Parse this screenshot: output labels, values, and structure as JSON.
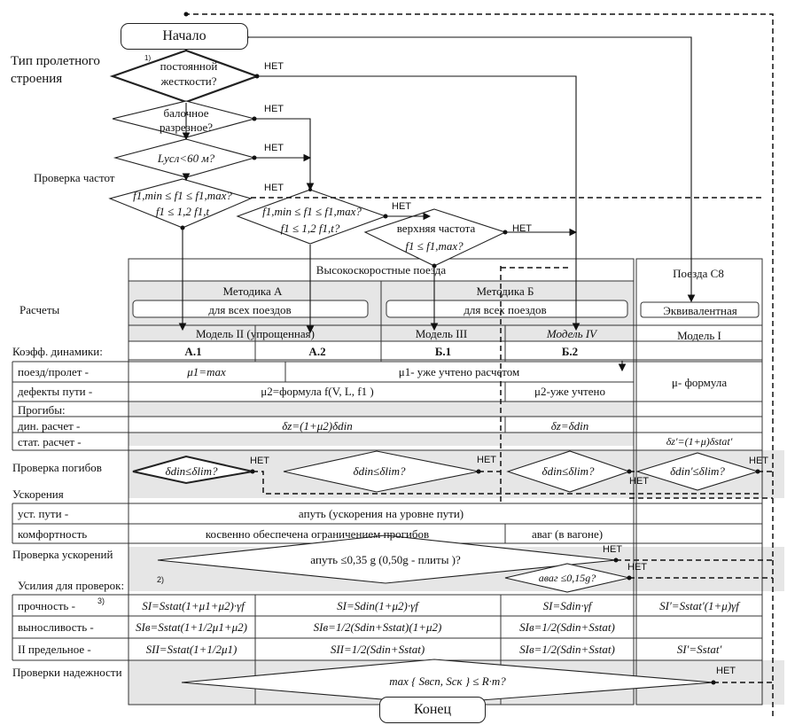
{
  "flow": {
    "start": "Начало",
    "end": "Конец",
    "no": "НЕТ",
    "q_constant_stiffness": "постоянной жесткости?",
    "q_constant_stiffness_note": "1)",
    "q_simple_beam": "балочное разрезное?",
    "q_span_length": "Lусл<60 м?",
    "q_freq1_line1": "f1,min ≤ f1 ≤ f1,max?",
    "q_freq1_line2": "f1 ≤ 1,2 f1,t",
    "q_freq2_line1": "f1,min ≤ f1 ≤ f1,max?",
    "q_freq2_line2": "f1 ≤ 1,2 f1,t?",
    "q_upper_freq_line1": "верхняя частота",
    "q_upper_freq_line2": "f1 ≤ f1,max?"
  },
  "left_labels": {
    "span_type": "Тип пролетного строения",
    "freq_check": "Проверка частот",
    "calculations": "Расчеты",
    "dyn_coeff": "Коэфф. динамики:",
    "train_span": "поезд/пролет -",
    "track_defects": "дефекты пути -",
    "deflections": "Прогибы:",
    "dyn_calc": "дин. расчет -",
    "static_calc": "стат. расчет -",
    "deflection_check": "Проверка погибов",
    "accelerations": "Ускорения",
    "track_level": "уст. пути -",
    "comfort": "комфортность",
    "accel_check": "Проверка ускорений",
    "forces": "Усилия для проверок:",
    "forces_note": "2)",
    "strength": "прочность -",
    "strength_note": "3)",
    "endurance": "выносливость -",
    "limit2": "II предельное -",
    "reliability": "Проверки надежности"
  },
  "header": {
    "high_speed": "Высокоскоростные поезда",
    "c8_trains": "Поезда С8",
    "method_a": "Методика А",
    "method_b": "Методика Б",
    "all_trains_a": "для всех поездов",
    "all_trains_b": "для всех поездов",
    "equivalent": "Эквивалентная",
    "model_ii": "Модель II (упрощенная)",
    "model_iii": "Модель III",
    "model_iv": "Модель IV",
    "model_i": "Модель I",
    "col_a1": "А.1",
    "col_a2": "А.2",
    "col_b1": "Б.1",
    "col_b2": "Б.2"
  },
  "cells": {
    "mu1_max": "μ1=max",
    "mu1_accounted": "μ1- уже учтено расчетом",
    "mu_formula": "μ- формула",
    "mu2_formula": "μ2=формула f(V, L, f1 )",
    "mu2_accounted": "μ2-уже учтено",
    "delta_z_full": "δz=(1+μ2)δdin",
    "delta_z_din": "δz=δdin",
    "delta_z_prime": "δz′=(1+μ)δstat′",
    "check_a1": "δdin≤δlim?",
    "check_mid": "δdin≤δlim?",
    "check_b2": "δdin≤δlim?",
    "check_c8": "δdin′≤δlim?",
    "a_track": "aпуть (ускорения на уровне пути)",
    "comfort_indirect": "косвенно обеспечена ограничением прогибов",
    "a_car": "aваг (в вагоне)",
    "accel_cond": "aпуть ≤0,35 g (0,50g - плиты )?",
    "car_cond": "aваг ≤0,15g?",
    "si_a1": "SI=Sstat(1+μ1+μ2)·γf",
    "si_mid": "SI=Sdin(1+μ2)·γf",
    "si_b2": "SI=Sdin·γf",
    "si_c8": "SI′=Sstat′(1+μ)γf",
    "sie_a1": "SIв=Sstat(1+1/2μ1+μ2)",
    "sie_mid": "SIв=1/2(Sdin+Sstat)(1+μ2)",
    "sie_b2": "SIв=1/2(Sdin+Sstat)",
    "sii_a1": "SII=Sstat(1+1/2μ1)",
    "sii_mid": "SII=1/2(Sdin+Sstat)",
    "sii_b2": "SIв=1/2(Sdin+Sstat)",
    "sii_c8": "SI′=Sstat′",
    "reliability_cond": "max { Sвсп, Sск } ≤ R·m?"
  }
}
